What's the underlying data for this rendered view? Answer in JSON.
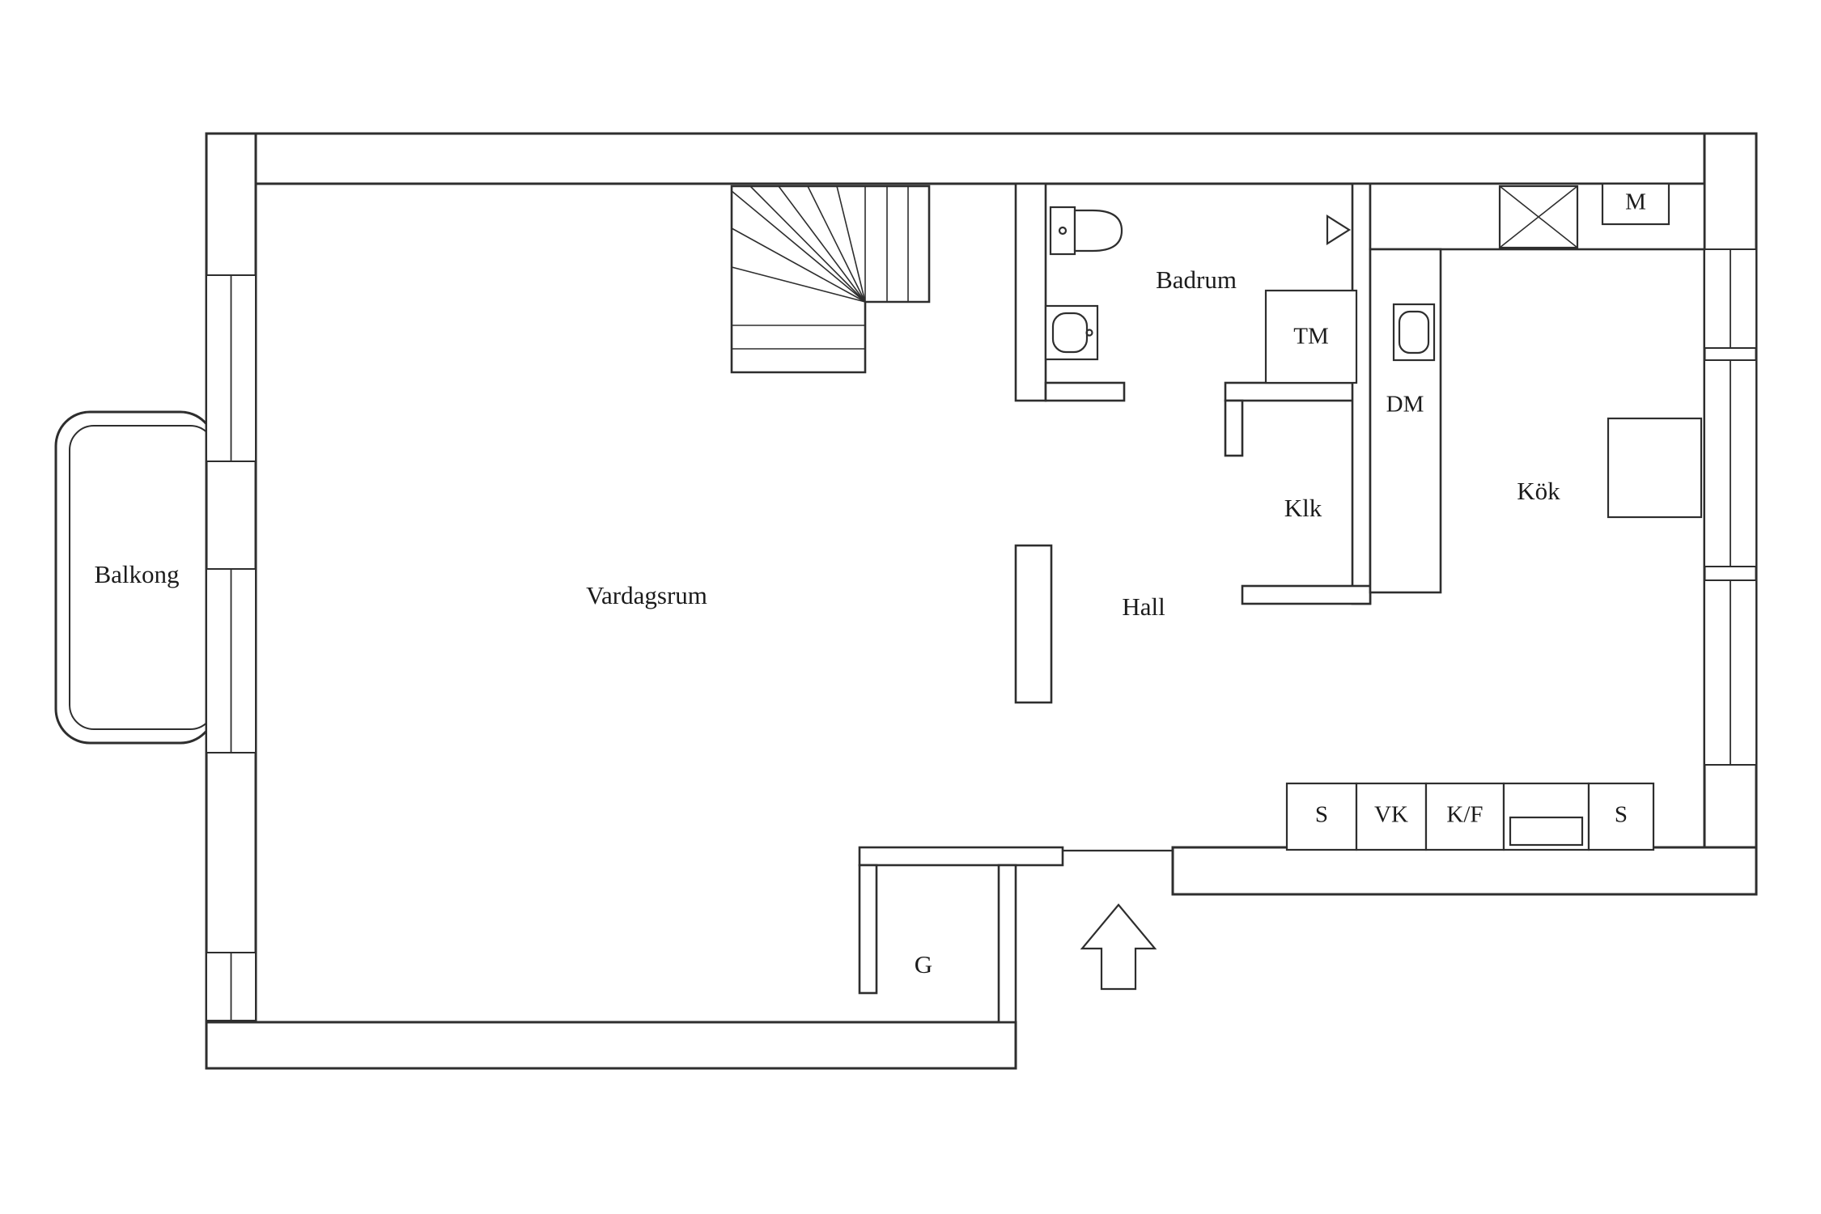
{
  "colors": {
    "wall_line": "#2e2e2e",
    "background": "#ffffff",
    "text": "#1b1b1b"
  },
  "rooms": {
    "balkong": {
      "label": "Balkong"
    },
    "vardagsrum": {
      "label": "Vardagsrum"
    },
    "badrum": {
      "label": "Badrum"
    },
    "hall": {
      "label": "Hall"
    },
    "klk": {
      "label": "Klk"
    },
    "kok": {
      "label": "Kök"
    },
    "garderob": {
      "label": "G"
    }
  },
  "units": {
    "tm": {
      "label": "TM"
    },
    "dm": {
      "label": "DM"
    },
    "m": {
      "label": "M"
    },
    "s1": {
      "label": "S"
    },
    "vk": {
      "label": "VK"
    },
    "kf": {
      "label": "K/F"
    },
    "s2": {
      "label": "S"
    }
  },
  "icons": {
    "toilet": "toilet-icon",
    "sink": "sink-icon",
    "stove": "stove-icon",
    "entrance_arrow": "entrance-arrow-icon",
    "door_swing": "door-swing-icon"
  }
}
